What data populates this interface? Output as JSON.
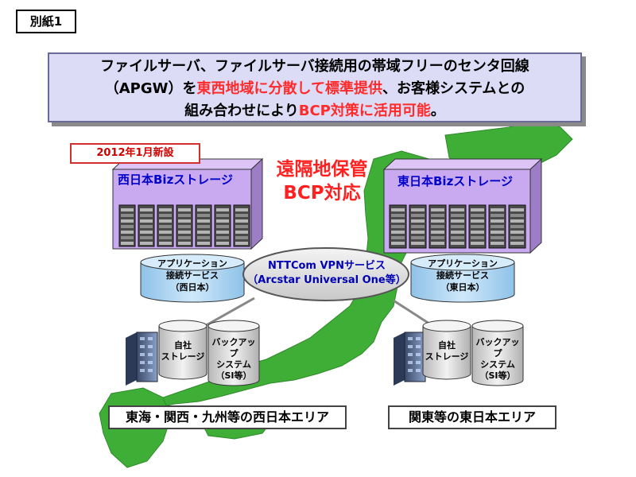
{
  "doc_tag": "別紙1",
  "banner": {
    "line1": "ファイルサーバ、ファイルサーバ接続用の帯域フリーのセンタ回線",
    "line2_a": "（APGW）を",
    "line2_red": "東西地域に分散して標準提供",
    "line2_b": "、お客様システムとの",
    "line3_a": "組み合わせにより",
    "line3_red": "BCP対策に活用可能",
    "line3_b": "。"
  },
  "new_tag": "2012年1月新設",
  "bcp": {
    "line1": "遠隔地保管",
    "line2": "BCP対応"
  },
  "west": {
    "title": "西日本Bizストレージ",
    "app_line1": "アプリケーション",
    "app_line2": "接続サービス",
    "app_line3": "（西日本）"
  },
  "east": {
    "title": "東日本Bizストレージ",
    "app_line1": "アプリケーション",
    "app_line2": "接続サービス",
    "app_line3": "（東日本）"
  },
  "vpn": {
    "line1": "NTTCom VPNサービス",
    "line2": "（Arcstar Universal One等）"
  },
  "customer": {
    "own_line1": "自社",
    "own_line2": "ストレージ",
    "backup_line1": "バックアップ",
    "backup_line2": "システム",
    "backup_line3": "（SI等）"
  },
  "areas": {
    "west": "東海・関西・九州等の西日本エリア",
    "east": "関東等の東日本エリア"
  },
  "colors": {
    "banner_bg": "#dcdcf6",
    "server_box": "#c9a9ef",
    "map_green": "#3fae37",
    "accent_red": "#ff2a2a",
    "title_blue": "#0000c8",
    "cylinder_blue": "#a9d4f0"
  }
}
